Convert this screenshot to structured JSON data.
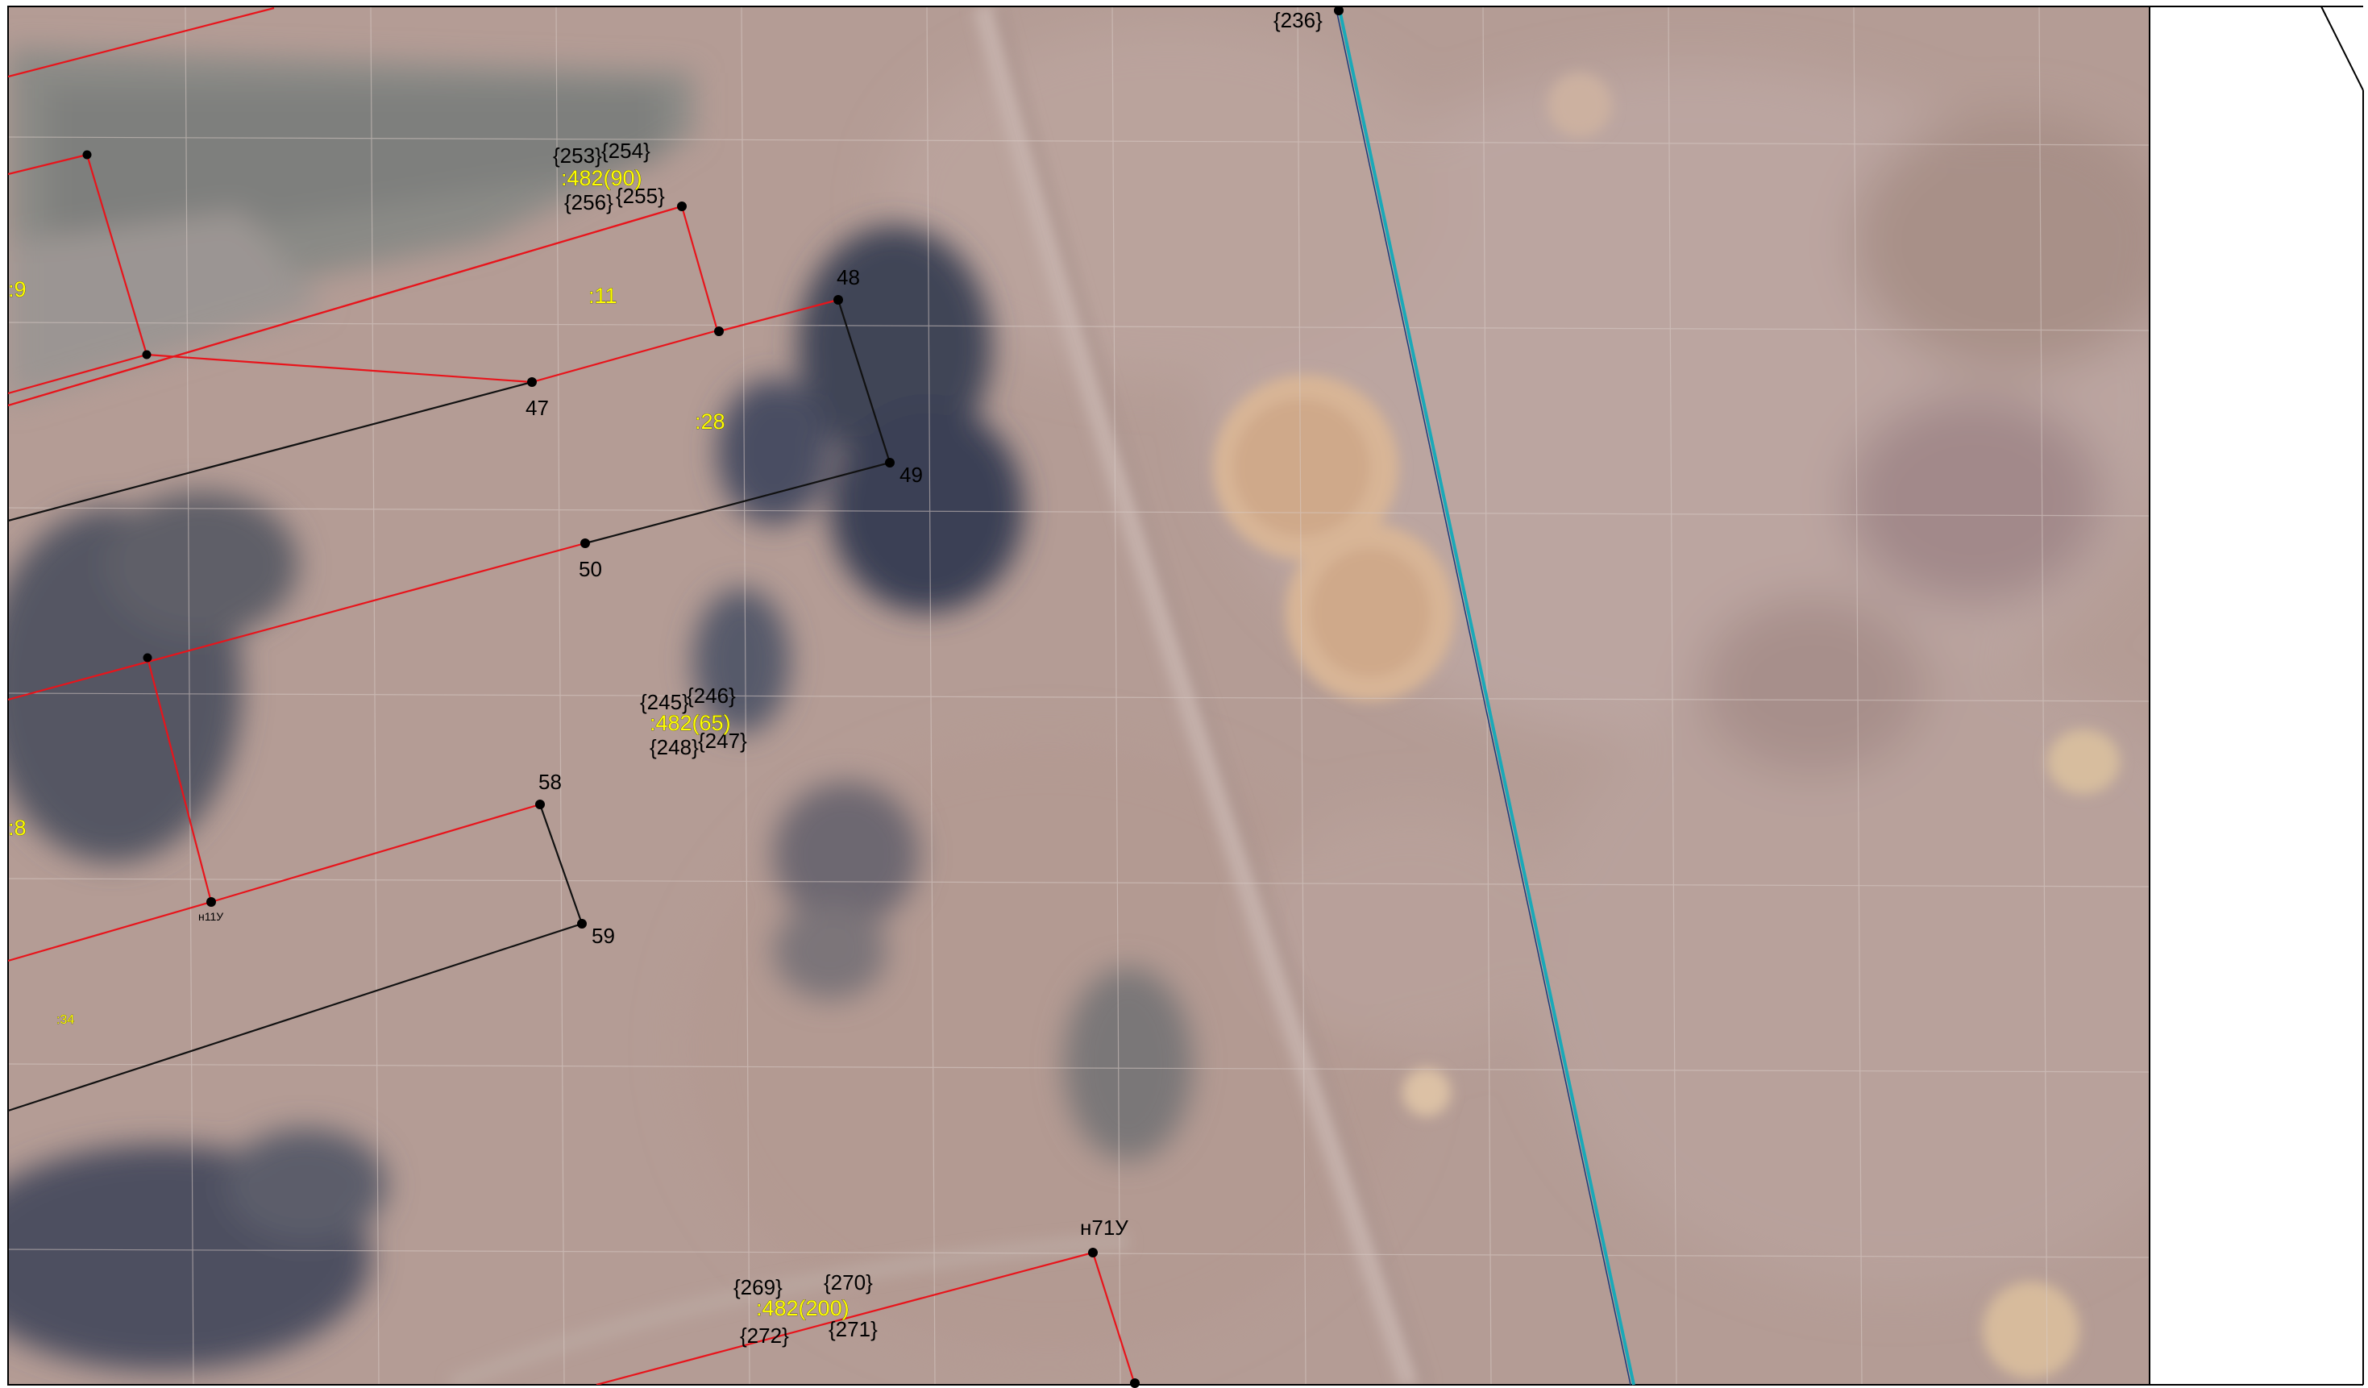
{
  "map": {
    "type": "cadastral aerial map",
    "colors": {
      "parcel_boundary": "#e8141b",
      "projected_boundary": "#111111",
      "utility_line": "#1aa9b8",
      "cadastral_label": "#ffff00",
      "points": "#000000",
      "background_right": "#ffffff"
    },
    "cadastral_labels": [
      {
        "id": "cad-9",
        "text": ":9"
      },
      {
        "id": "cad-11",
        "text": ":11"
      },
      {
        "id": "cad-28",
        "text": ":28"
      },
      {
        "id": "cad-8",
        "text": ":8"
      },
      {
        "id": "cad-34",
        "text": ":34"
      },
      {
        "id": "cad-482-90",
        "text": ":482(90)"
      },
      {
        "id": "cad-482-65",
        "text": ":482(65)"
      },
      {
        "id": "cad-482-200",
        "text": ":482(200)"
      }
    ],
    "point_labels": [
      {
        "id": "pt-47",
        "text": "47"
      },
      {
        "id": "pt-48",
        "text": "48"
      },
      {
        "id": "pt-49",
        "text": "49"
      },
      {
        "id": "pt-50",
        "text": "50"
      },
      {
        "id": "pt-58",
        "text": "58"
      },
      {
        "id": "pt-59",
        "text": "59"
      },
      {
        "id": "pt-n11u",
        "text": "н11У"
      },
      {
        "id": "pt-n71u",
        "text": "н71У"
      }
    ],
    "brace_labels": [
      {
        "id": "br-236",
        "text": "{236}"
      },
      {
        "id": "br-253",
        "text": "{253}"
      },
      {
        "id": "br-254",
        "text": "{254}"
      },
      {
        "id": "br-256",
        "text": "{256}"
      },
      {
        "id": "br-255",
        "text": "{255}"
      },
      {
        "id": "br-245",
        "text": "{245}"
      },
      {
        "id": "br-246",
        "text": "{246}"
      },
      {
        "id": "br-248",
        "text": "{248}"
      },
      {
        "id": "br-247",
        "text": "{247}"
      },
      {
        "id": "br-269",
        "text": "{269}"
      },
      {
        "id": "br-270",
        "text": "{270}"
      },
      {
        "id": "br-272",
        "text": "{272}"
      },
      {
        "id": "br-271",
        "text": "{271}"
      }
    ]
  }
}
